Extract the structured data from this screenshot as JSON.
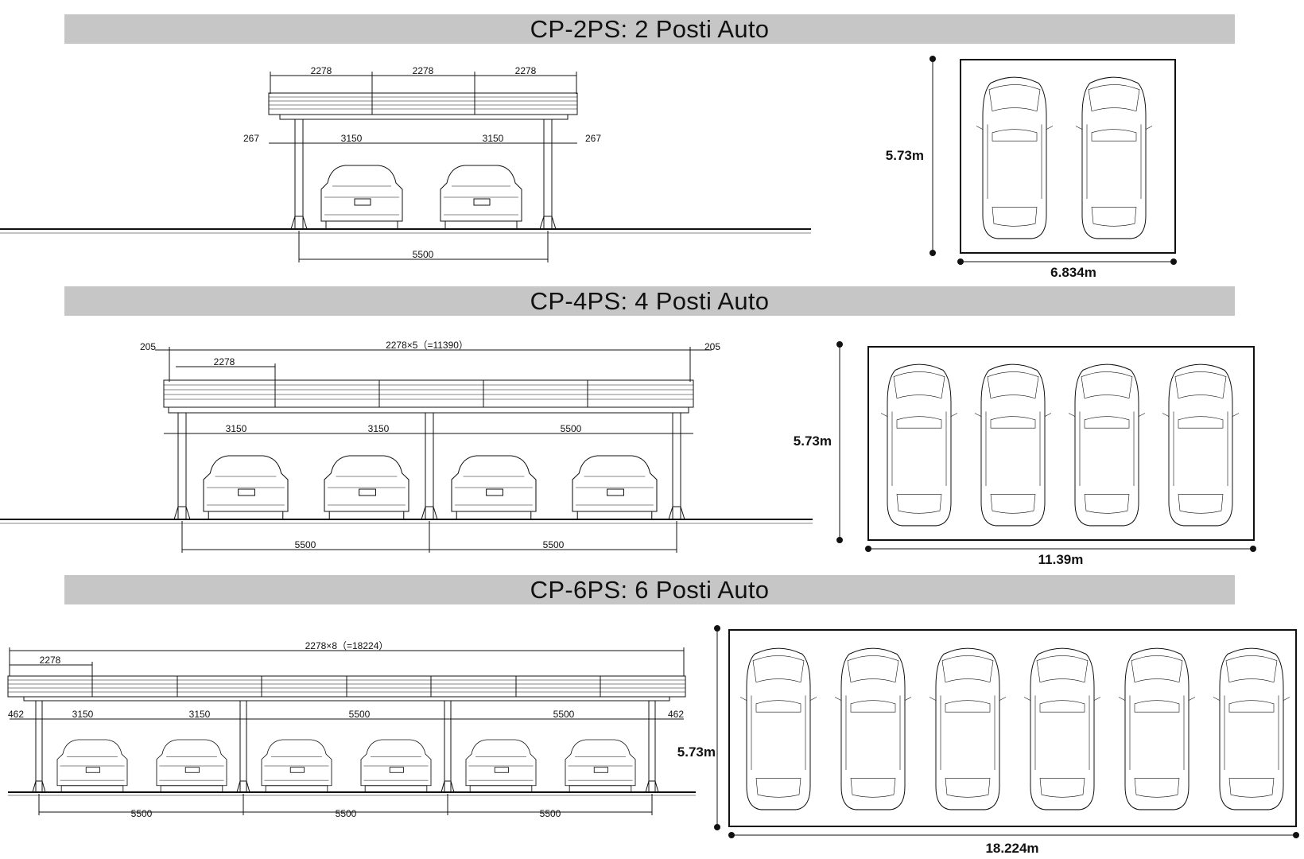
{
  "sections": [
    {
      "title": "CP-2PS: 2 Posti Auto",
      "top_dims": [
        "2278",
        "2278",
        "2278"
      ],
      "overhang_dims": [
        "267",
        "267"
      ],
      "span_dims": [
        "3150",
        "3150"
      ],
      "base_dims": [
        "5500"
      ],
      "plan_height": "5.73m",
      "plan_width": "6.834m",
      "cars": 2
    },
    {
      "title": "CP-4PS: 4 Posti Auto",
      "total_dim": "2278×5（=11390）",
      "module_dim": "2278",
      "overhang_dims": [
        "205",
        "205"
      ],
      "span_dims": [
        "3150",
        "3150",
        "5500"
      ],
      "base_dims": [
        "5500",
        "5500"
      ],
      "plan_height": "5.73m",
      "plan_width": "11.39m",
      "cars": 4
    },
    {
      "title": "CP-6PS: 6 Posti Auto",
      "total_dim": "2278×8（=18224）",
      "module_dim": "2278",
      "overhang_dims": [
        "462",
        "462"
      ],
      "span_dims": [
        "3150",
        "3150",
        "5500",
        "5500"
      ],
      "base_dims": [
        "5500",
        "5500",
        "5500"
      ],
      "plan_height": "5.73m",
      "plan_width": "18.224m",
      "cars": 6
    }
  ]
}
